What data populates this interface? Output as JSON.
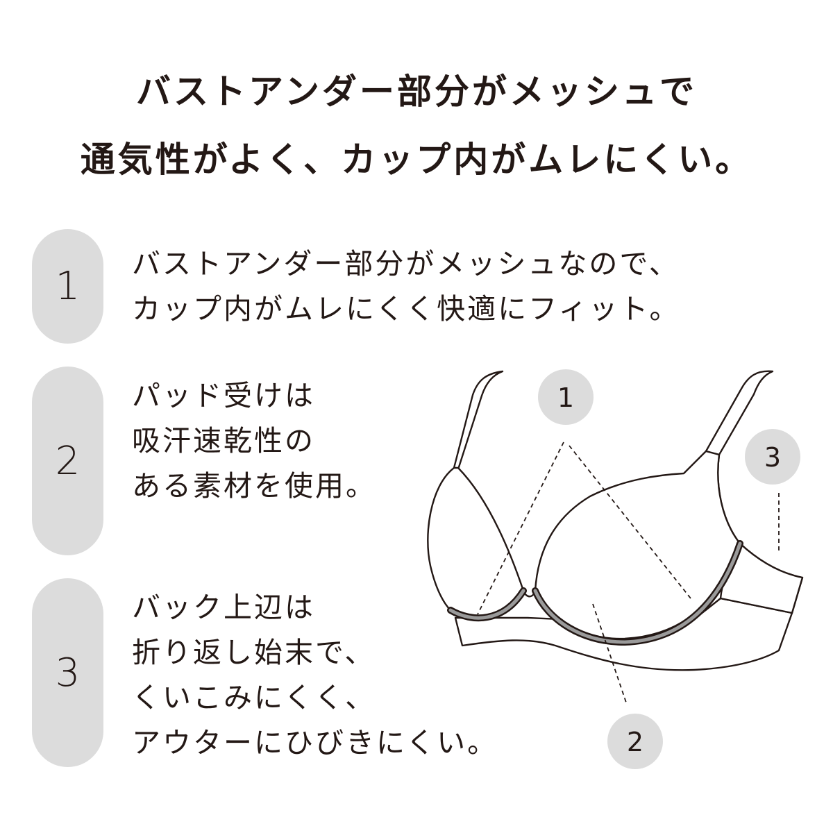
{
  "headline": {
    "line1": "バストアンダー部分がメッシュで",
    "line2": "通気性がよく、カップ内がムレにくい。"
  },
  "features": [
    {
      "number": "1",
      "lines": [
        "バストアンダー部分がメッシュなので、",
        "カップ内がムレにくく快適にフィット。"
      ]
    },
    {
      "number": "2",
      "lines": [
        "パッド受けは",
        "吸汗速乾性の",
        "ある素材を使用。"
      ]
    },
    {
      "number": "3",
      "lines": [
        "バック上辺は",
        "折り返し始末で、",
        "くいこみにくく、",
        "アウターにひびきにくい。"
      ]
    }
  ],
  "diagram": {
    "callouts": [
      "1",
      "2",
      "3"
    ]
  },
  "colors": {
    "text": "#231815",
    "badge": "#dcdcdc",
    "underwire": "#9a9a9a"
  }
}
